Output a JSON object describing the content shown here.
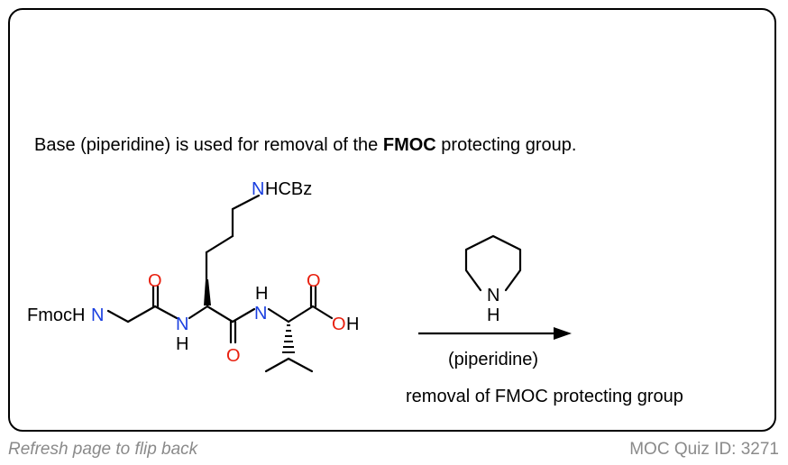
{
  "headline": {
    "prefix": "Base (piperidine) is used for removal of the ",
    "bold": "FMOC",
    "suffix": " protecting group."
  },
  "molecule": {
    "fmoc_prefix": "FmocH",
    "n_atom": "N",
    "h_atom": "H",
    "o_atom": "O",
    "oh_h": "H",
    "side_chain_suffix": "HCBz"
  },
  "reagent": {
    "ring_nh": "N",
    "ring_h": "H",
    "label": "(piperidine)",
    "description": "removal of FMOC protecting group"
  },
  "footer": {
    "left": "Refresh page to flip back",
    "right": "MOC Quiz ID: 3271"
  },
  "colors": {
    "nitrogen": "#1a3fe0",
    "oxygen": "#e8200f",
    "bond": "#000000",
    "footer_text": "#8a8a8a"
  }
}
